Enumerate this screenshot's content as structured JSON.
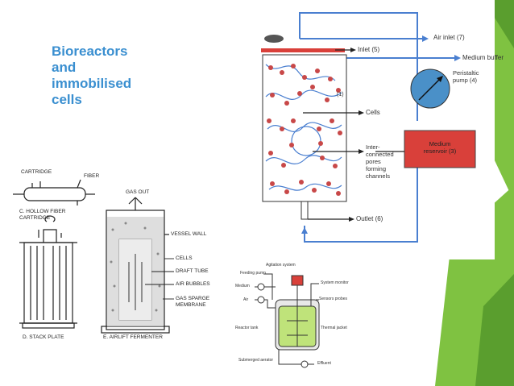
{
  "slide": {
    "title_lines": [
      "Bioreactors",
      "and",
      "immobilised",
      "cells"
    ],
    "colors": {
      "title": "#3a8fd0",
      "accent_green": "#7fc241",
      "dark_green": "#5a9e2e",
      "reservoir": "#d9403a",
      "pump": "#4a90c8",
      "flow": "#4a7fd0",
      "cell": "#c84848"
    }
  },
  "top_right_diagram": {
    "labels": {
      "air_inlet": "Air inlet (7)",
      "inlet": "Inlet (5)",
      "medium_buffer": "Medium buffer",
      "cells_number": "(1)",
      "cells": "Cells",
      "pump": [
        "Peristaltic",
        "pump (4)"
      ],
      "reservoir": [
        "Medium",
        "reservoir (3)"
      ],
      "channels": [
        "Inter-",
        "connected",
        "pores",
        "forming",
        "channels"
      ],
      "outlet": "Outlet (6)"
    }
  },
  "left_diagrams": {
    "hollow_fiber": {
      "cartridge": "CARTRIDGE",
      "fiber": "FIBER",
      "caption": [
        "C. HOLLOW FIBER",
        "CARTRIDGE"
      ]
    },
    "stack_plate": {
      "caption": "D. STACK PLATE"
    },
    "airlift": {
      "gas_out": "GAS OUT",
      "vessel_wall": "VESSEL WALL",
      "cells": "CELLS",
      "draft_tube": "DRAFT TUBE",
      "air_bubbles": "AIR BUBBLES",
      "gas_sparge": [
        "GAS SPARGE",
        "MEMBRANE"
      ],
      "caption": "E. AIRLIFT FERMENTER"
    }
  },
  "bottom_diagram": {
    "labels": {
      "agitation_system": "Agitation system",
      "feeding_pump": "Feeding pump",
      "medium": "Medium",
      "air": "Air",
      "system_monitor": "System monitor",
      "sensor_probes": "Sensors probes",
      "reactor_tank": "Reactor tank",
      "thermal_jacket": "Thermal jacket",
      "submerged_aerator": "Submerged aerator",
      "effluent": "Effluent"
    }
  }
}
